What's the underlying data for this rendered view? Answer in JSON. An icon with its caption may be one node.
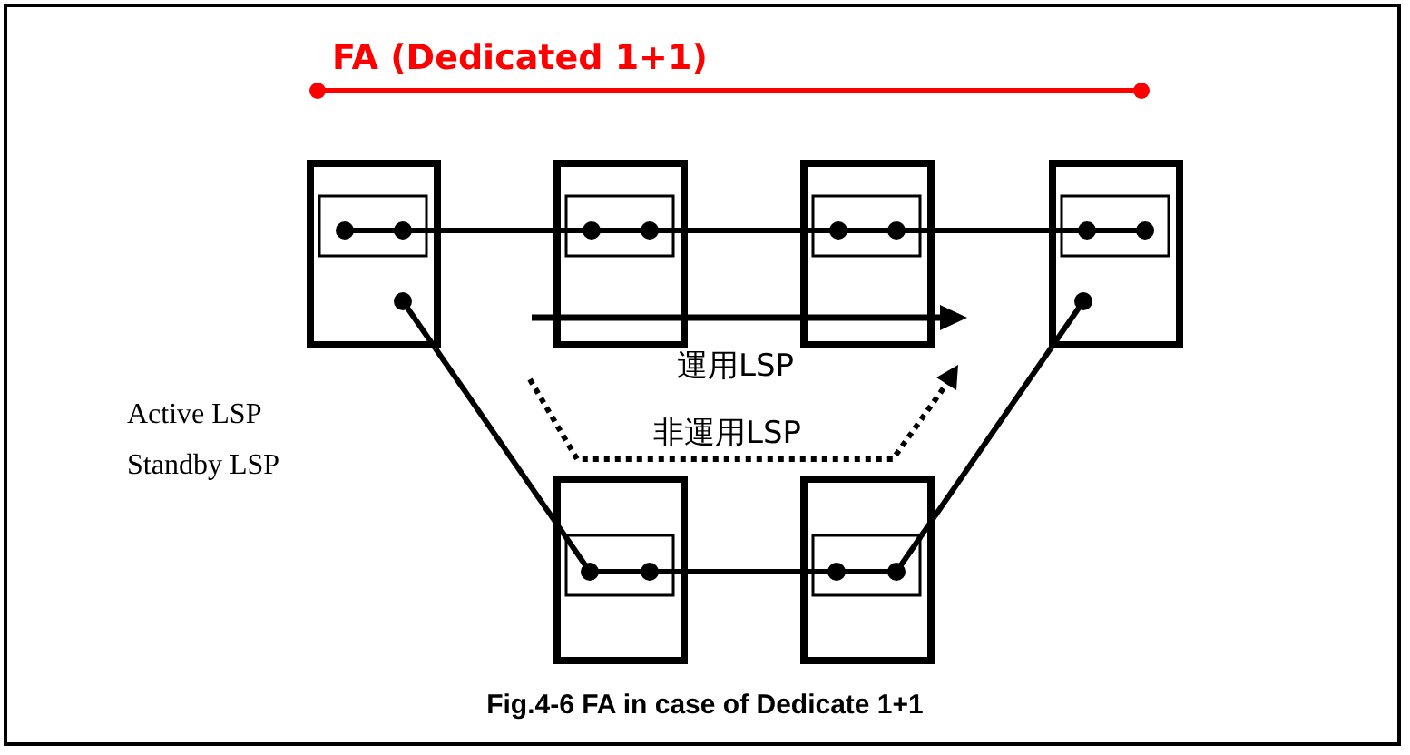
{
  "diagram": {
    "caption": "Fig.4-6 FA in case of Dedicate 1+1",
    "nodes": [
      {
        "text": [],
        "shape": "box"
      },
      {
        "text": [],
        "shape": "box"
      },
      {
        "text": [],
        "shape": "box"
      },
      {
        "text": [],
        "shape": "box"
      },
      {
        "text": [],
        "shape": "box"
      },
      {
        "text": [],
        "shape": "box"
      }
    ],
    "edges": [
      {
        "from": 0,
        "to": 1,
        "arrow": "none"
      },
      {
        "from": 1,
        "to": 2,
        "arrow": "none"
      },
      {
        "from": 2,
        "to": 3,
        "arrow": "none"
      },
      {
        "from": 0,
        "to": 4,
        "arrow": "none"
      },
      {
        "from": 4,
        "to": 5,
        "arrow": "none"
      },
      {
        "from": 5,
        "to": 3,
        "arrow": "none"
      }
    ],
    "labels": [
      "FA (Dedicated 1+1)",
      "運用LSP",
      "非運用LSP",
      "Active LSP",
      "Standby LSP"
    ]
  }
}
